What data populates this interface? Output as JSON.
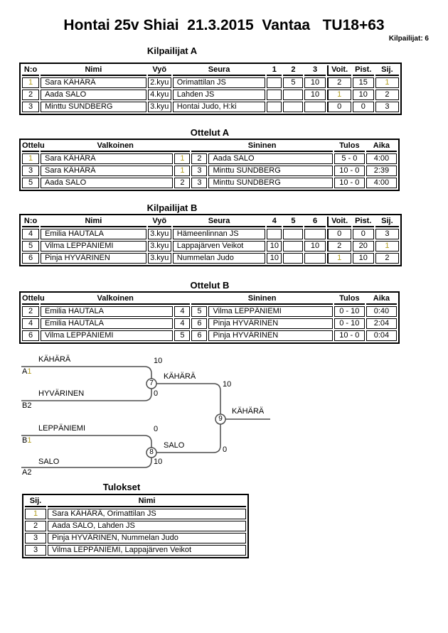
{
  "page": {
    "title": "Hontai 25v Shiai  21.3.2015  Vantaa   TU18+63",
    "competitors_count_label": "Kilpailijat: 6"
  },
  "colors": {
    "gold": "#b39e20",
    "line": "#4d4d4d"
  },
  "kilpailijatA": {
    "heading": "Kilpailijat A",
    "headers": [
      "N:o",
      "Nimi",
      "Vyö",
      "Seura",
      "1",
      "2",
      "3",
      "Voit.",
      "Pist.",
      "Sij."
    ],
    "rows": [
      [
        {
          "v": "1",
          "c": "gold"
        },
        "Sara KÄHÄRÄ",
        "2.kyu",
        "Orimattilan JS",
        "",
        "5",
        "10",
        "2",
        "15",
        {
          "v": "1",
          "c": "gold"
        }
      ],
      [
        "2",
        "Aada SALO",
        "4.kyu",
        "Lahden JS",
        "",
        "",
        "10",
        {
          "v": "1",
          "c": "gold"
        },
        "10",
        "2"
      ],
      [
        "3",
        "Minttu SUNDBERG",
        "3.kyu",
        "Hontai Judo, H:ki",
        "",
        "",
        "",
        "0",
        "0",
        "3"
      ]
    ]
  },
  "ottelutA": {
    "heading": "Ottelut A",
    "headers": [
      "Ottelu",
      "Valkoinen",
      "Sininen",
      "Tulos",
      "Aika"
    ],
    "rows": [
      [
        {
          "v": "1",
          "c": "gold"
        },
        "Sara KÄHÄRÄ",
        {
          "v": "1",
          "c": "gold"
        },
        "2",
        "Aada SALO",
        "5 - 0",
        "4:00"
      ],
      [
        "3",
        "Sara KÄHÄRÄ",
        {
          "v": "1",
          "c": "gold"
        },
        "3",
        "Minttu SUNDBERG",
        "10 - 0",
        "2:39"
      ],
      [
        "5",
        "Aada SALO",
        "2",
        "3",
        "Minttu SUNDBERG",
        "10 - 0",
        "4:00"
      ]
    ]
  },
  "kilpailijatB": {
    "heading": "Kilpailijat B",
    "headers": [
      "N:o",
      "Nimi",
      "Vyö",
      "Seura",
      "4",
      "5",
      "6",
      "Voit.",
      "Pist.",
      "Sij."
    ],
    "rows": [
      [
        "4",
        "Emilia HAUTALA",
        "3.kyu",
        "Hämeenlinnan JS",
        "",
        "",
        "",
        "0",
        "0",
        "3"
      ],
      [
        "5",
        "Vilma LEPPÄNIEMI",
        "3.kyu",
        "Lappajärven Veikot",
        "10",
        "",
        "10",
        "2",
        "20",
        {
          "v": "1",
          "c": "gold"
        }
      ],
      [
        "6",
        "Pinja HYVÄRINEN",
        "3.kyu",
        "Nummelan Judo",
        "10",
        "",
        "",
        {
          "v": "1",
          "c": "gold"
        },
        "10",
        "2"
      ]
    ]
  },
  "ottelutB": {
    "heading": "Ottelut B",
    "headers": [
      "Ottelu",
      "Valkoinen",
      "Sininen",
      "Tulos",
      "Aika"
    ],
    "rows": [
      [
        "2",
        "Emilia HAUTALA",
        "4",
        "5",
        "Vilma LEPPÄNIEMI",
        "0 - 10",
        "0:40"
      ],
      [
        "4",
        "Emilia HAUTALA",
        "4",
        "6",
        "Pinja HYVÄRINEN",
        "0 - 10",
        "2:04"
      ],
      [
        "6",
        "Vilma LEPPÄNIEMI",
        "5",
        "6",
        "Pinja HYVÄRINEN",
        "10 - 0",
        "0:04"
      ]
    ]
  },
  "bracket": {
    "e1": {
      "name": "KÄHÄRÄ",
      "tag_letter": "A",
      "tag_digit": "1"
    },
    "e2": {
      "name": "HYVÄRINEN",
      "tag_letter": "B",
      "tag_digit": "2"
    },
    "e3": {
      "name": "LEPPÄNIEMI",
      "tag_letter": "B",
      "tag_digit": "1"
    },
    "e4": {
      "name": "SALO",
      "tag_letter": "A",
      "tag_digit": "2"
    },
    "semi1": {
      "number": "7",
      "score_top": "10",
      "score_bottom": "0",
      "winner": "KÄHÄRÄ",
      "score_out": "10"
    },
    "semi2": {
      "number": "8",
      "score_top": "0",
      "score_bottom": "10",
      "winner": "SALO",
      "score_out": "0"
    },
    "final": {
      "number": "9",
      "winner": "KÄHÄRÄ"
    }
  },
  "tulokset": {
    "heading": "Tulokset",
    "headers": [
      "Sij.",
      "Nimi"
    ],
    "rows": [
      [
        {
          "v": "1",
          "c": "gold"
        },
        "Sara KÄHÄRÄ, Orimattilan JS"
      ],
      [
        "2",
        "Aada SALO, Lahden JS"
      ],
      [
        "3",
        "Pinja HYVÄRINEN, Nummelan Judo"
      ],
      [
        "3",
        "Vilma LEPPÄNIEMI, Lappajärven Veikot"
      ]
    ]
  }
}
